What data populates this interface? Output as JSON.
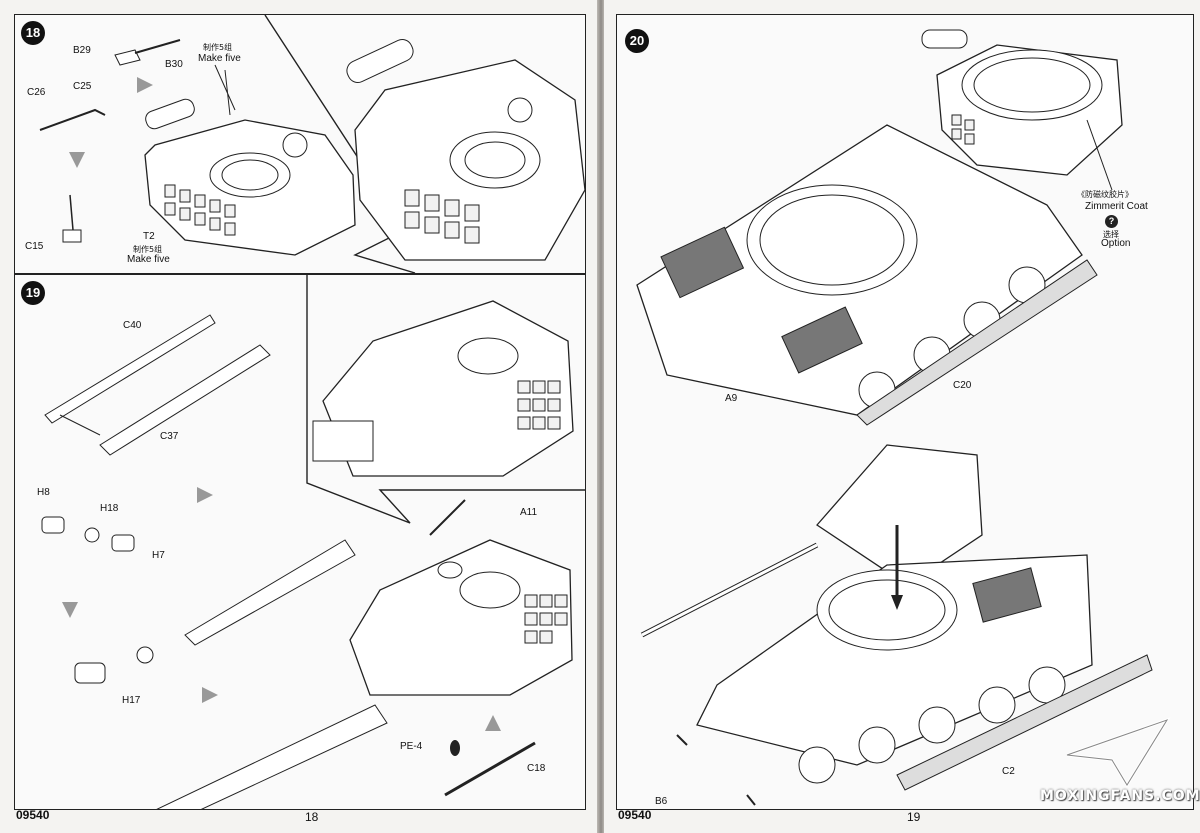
{
  "left_page": {
    "doc_code": "09540",
    "page_number": "18",
    "step18": {
      "number": "18",
      "labels": {
        "b29": "B29",
        "b30": "B30",
        "make_five_cn_top": "制作5组",
        "make_five_top": "Make five",
        "c26": "C26",
        "c25": "C25",
        "c15": "C15",
        "t2": "T2",
        "make_five_cn_bottom": "制作5组",
        "make_five_bottom": "Make five"
      }
    },
    "step19": {
      "number": "19",
      "labels": {
        "c40": "C40",
        "c37": "C37",
        "h8": "H8",
        "h18": "H18",
        "h7": "H7",
        "h17": "H17",
        "a11": "A11",
        "pe4": "PE-4",
        "c18": "C18"
      }
    }
  },
  "right_page": {
    "doc_code": "09540",
    "page_number": "19",
    "step20": {
      "number": "20",
      "labels": {
        "zimmerit_cn": "《防磁纹胶片》",
        "zimmerit": "Zimmerit Coat",
        "option_icon": "?",
        "option_cn": "选择",
        "option": "Option",
        "a9": "A9",
        "c20": "C20",
        "c2": "C2",
        "b6": "B6"
      }
    },
    "watermark": "MOXINGFANS.COM"
  }
}
